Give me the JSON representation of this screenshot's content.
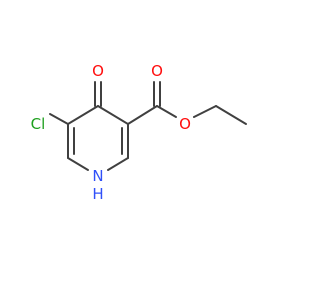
{
  "molecule": {
    "atom_labels": {
      "chlorine": "Cl",
      "ketone_oxygen": "O",
      "carbonyl_oxygen": "O",
      "ester_oxygen": "O",
      "ring_nitrogen": "N",
      "nitrogen_hydrogen": "H"
    },
    "colors": {
      "bond": "#404040",
      "oxygen": "#ff0d0d",
      "chlorine": "#1fa01f",
      "nitrogen": "#3050f8",
      "background": "#ffffff"
    }
  }
}
